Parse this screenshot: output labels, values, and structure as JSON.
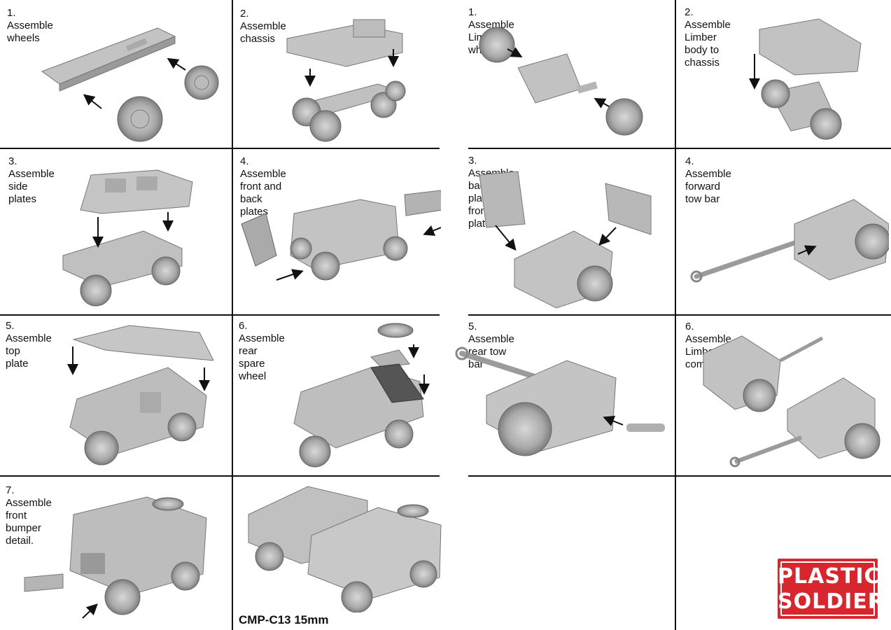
{
  "colors": {
    "line": "#111111",
    "part": "#b5b5b5",
    "part_dark": "#8d8d8d",
    "part_light": "#d4d4d4",
    "arrow": "#111111",
    "logo_bg": "#d7262d",
    "logo_text": "#ffffff"
  },
  "vehicle_steps": [
    {
      "label": "1. Assemble wheels",
      "illustration": "chassis-and-wheels"
    },
    {
      "label": "2. Assemble chassis",
      "illustration": "fenders-over-chassis"
    },
    {
      "label": "3. Assemble\nside plates",
      "illustration": "side-plates-over-body"
    },
    {
      "label": "4. Assemble front and back plates",
      "illustration": "front-back-plates"
    },
    {
      "label": "5. Assemble top\nplate",
      "illustration": "top-plate-over-body"
    },
    {
      "label": "6. Assemble rear\nspare wheel",
      "illustration": "spare-wheel-on-roof"
    },
    {
      "label": "7. Assemble front bumper detail.",
      "illustration": "front-bumper"
    },
    {
      "label": "",
      "illustration": "completed-trucks"
    }
  ],
  "limber_steps": [
    {
      "label": "1. Assemble Limber wheels",
      "illustration": "limber-axle-wheels"
    },
    {
      "label": "2. Assemble Limber body to chassis",
      "illustration": "limber-body-chassis"
    },
    {
      "label": "3. Assemble back plate and front plate",
      "illustration": "limber-plates"
    },
    {
      "label": "4. Assemble forward tow bar",
      "illustration": "limber-forward-tow-bar"
    },
    {
      "label": "5. Assemble rear tow bar",
      "illustration": "limber-rear-tow-bar"
    },
    {
      "label": "6. Assemble Limber complete",
      "illustration": "limber-complete"
    }
  ],
  "product_code": "CMP-C13 15mm",
  "logo": {
    "line1": "PLASTIC",
    "line2": "SOLDIER"
  }
}
